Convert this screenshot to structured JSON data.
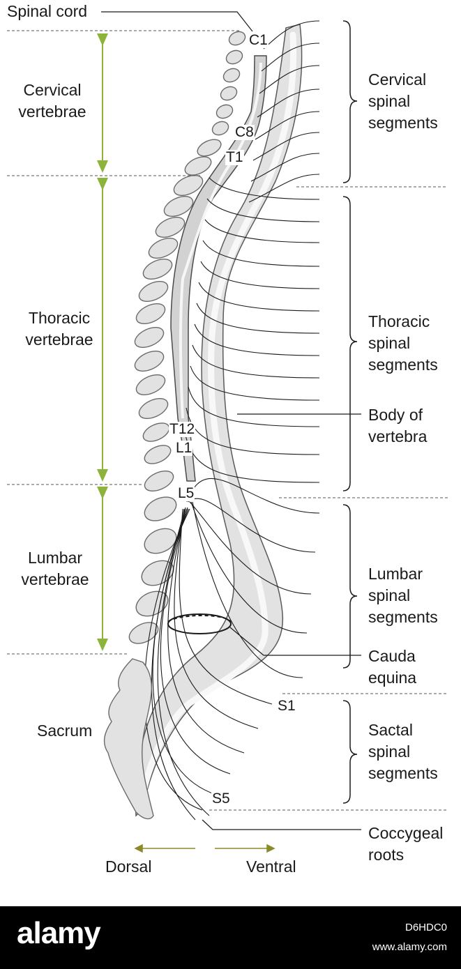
{
  "diagram": {
    "labels": {
      "spinal_cord": "Spinal cord",
      "cervical_vertebrae": [
        "Cervical",
        "vertebrae"
      ],
      "thoracic_vertebrae": [
        "Thoracic",
        "vertebrae"
      ],
      "lumbar_vertebrae": [
        "Lumbar",
        "vertebrae"
      ],
      "sacrum": "Sacrum",
      "cervical_segments": [
        "Cervical",
        "spinal",
        "segments"
      ],
      "thoracic_segments": [
        "Thoracic",
        "spinal",
        "segments"
      ],
      "body_of_vertebra": [
        "Body of",
        "vertebra"
      ],
      "lumbar_segments": [
        "Lumbar",
        "spinal",
        "segments"
      ],
      "cauda_equina": [
        "Cauda",
        "equina"
      ],
      "sacral_segments": [
        "Sactal",
        "spinal",
        "segments"
      ],
      "coccygeal_roots": [
        "Coccygeal",
        "roots"
      ],
      "dorsal": "Dorsal",
      "ventral": "Ventral"
    },
    "segment_markers": {
      "c1": "C1",
      "c8": "C8",
      "t1": "T1",
      "t12": "T12",
      "l1": "L1",
      "l5": "L5",
      "s1": "S1",
      "s5": "S5"
    },
    "colors": {
      "arrow": "#8cb43a",
      "direction_arrow": "#8a8a2a",
      "bone_fill": "#e3e3e3",
      "cord_fill": "#cfcfcf",
      "line": "#1a1a1a"
    }
  },
  "watermark": {
    "logo": "alamy",
    "image_id": "D6HDC0",
    "url": "www.alamy.com"
  }
}
